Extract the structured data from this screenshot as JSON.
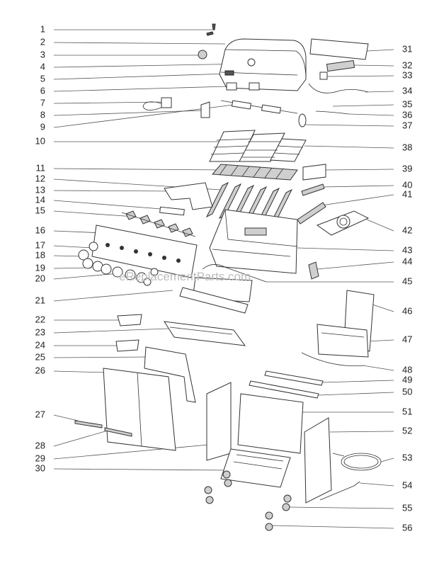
{
  "watermark": "eReplacementParts.com",
  "left_labels": [
    "1",
    "2",
    "3",
    "4",
    "5",
    "6",
    "7",
    "8",
    "9",
    "10",
    "11",
    "12",
    "13",
    "14",
    "15",
    "16",
    "17",
    "18",
    "19",
    "20",
    "21",
    "22",
    "23",
    "24",
    "25",
    "26",
    "27",
    "28",
    "29",
    "30"
  ],
  "right_labels": [
    "31",
    "32",
    "33",
    "34",
    "35",
    "36",
    "37",
    "38",
    "39",
    "40",
    "41",
    "42",
    "43",
    "44",
    "45",
    "46",
    "47",
    "48",
    "49",
    "50",
    "51",
    "52",
    "53",
    "54",
    "55",
    "56"
  ]
}
